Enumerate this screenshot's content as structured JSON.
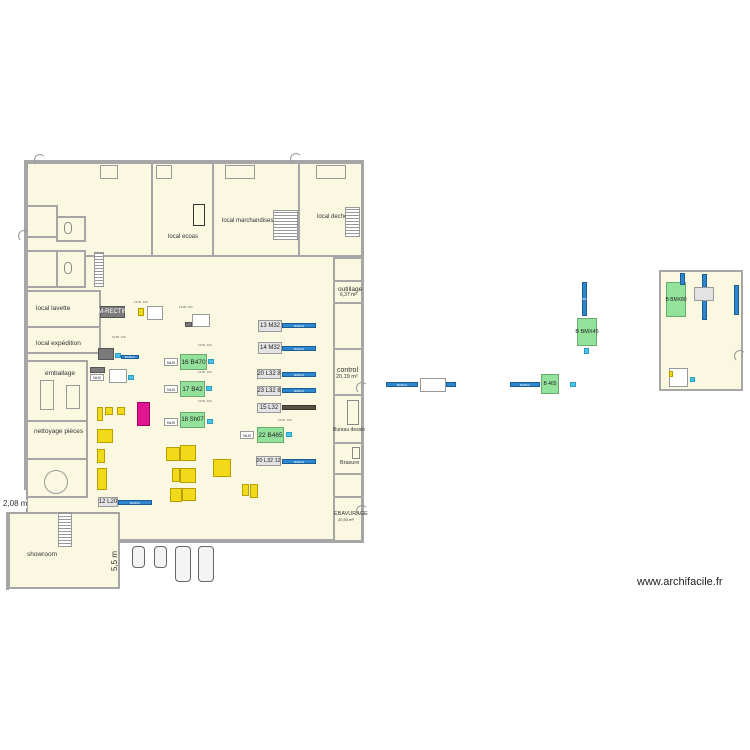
{
  "site_label": "www.archifacile.fr",
  "rooms": {
    "local_ecoas": "local ecoas",
    "local_marchandises": "local marchandises",
    "local_dechets": "local dechets",
    "local_lavette": "local lavette",
    "local_expedition": "local expédition",
    "emballage": "emballage",
    "nettoyage_pieces": "nettoyage pièces",
    "showroom": "showroom",
    "outillage": "outillage",
    "outillage_area": "6,37 m²",
    "control": "control",
    "control_area": "20,19 m²",
    "bureau_dessin": "Bureau dessin",
    "ebavurage": "EBAVURAGE",
    "ebavurage_area": "20,93 m²",
    "brasure": "Brasure"
  },
  "dimensions": {
    "d1": "2,08 m",
    "d2": "5,5 m"
  },
  "machines": {
    "m13": "13 M32",
    "m14": "14 M32",
    "m16": "16 B470",
    "m17": "17 B42",
    "m18": "18 Sh07",
    "m20a": "20 L32 8",
    "m23": "23 L32 8",
    "m15": "15 L32",
    "m22": "22 B465",
    "m20b": "20 L32 12",
    "m12": "12 L20",
    "recto": "M-RECTIF",
    "gmx45": "B BMX45",
    "b465": "B 465",
    "bmx80": "B BMX80"
  },
  "small": {
    "nlb": "NLB",
    "barstock": "BARCA",
    "tiny_a": "19 BL 100"
  }
}
